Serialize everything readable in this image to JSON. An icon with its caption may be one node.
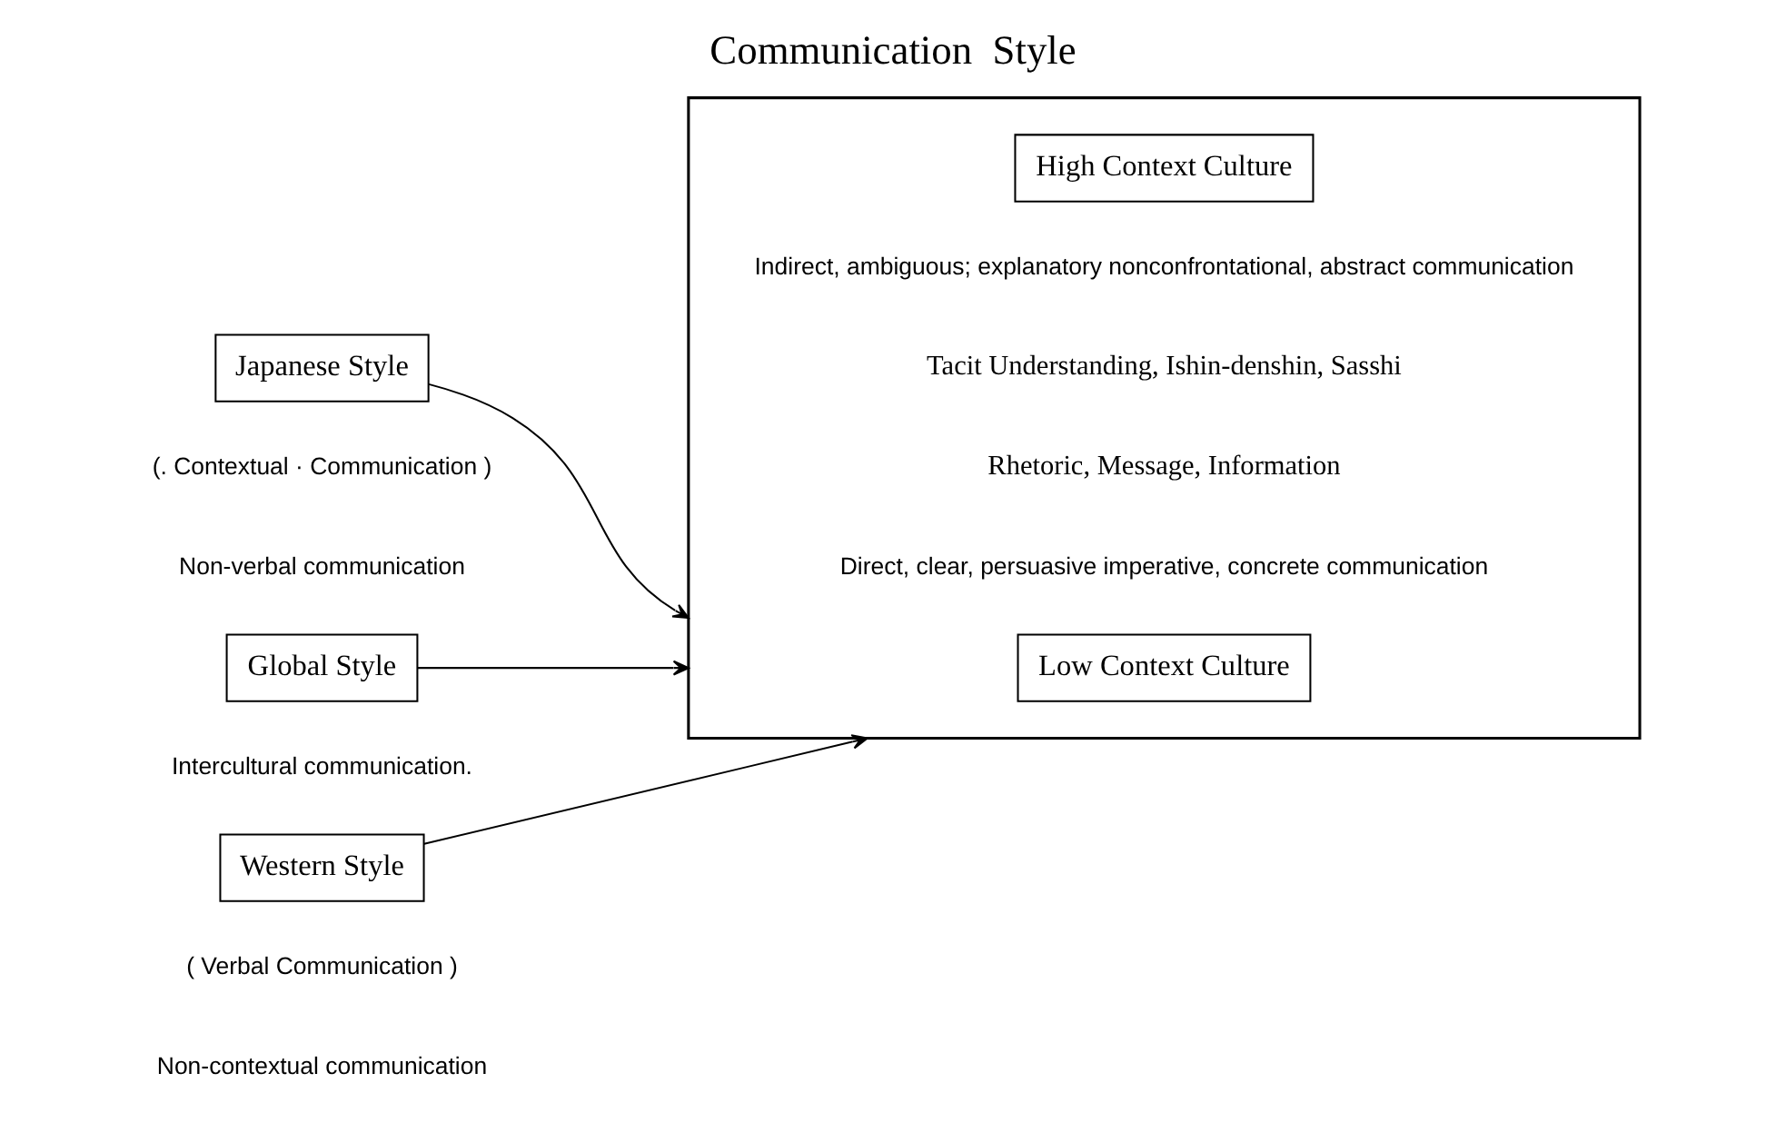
{
  "diagram": {
    "title": "Communication  Style",
    "nodes": [
      {
        "text": [
          "Japanese Style"
        ],
        "beside": [
          "(. Contextual · Communication )",
          "Non-verbal communication"
        ]
      },
      {
        "text": [
          "Global Style"
        ],
        "beside": [
          "Intercultural communication."
        ]
      },
      {
        "text": [
          "Western Style"
        ],
        "beside": [
          "( Verbal Communication )",
          "Non-contextual communication"
        ]
      },
      {
        "text": [],
        "shape": "box"
      },
      {
        "text": [
          "High Context Culture"
        ],
        "in": 3,
        "beside": [
          "Indirect, ambiguous; explanatory nonconfrontational, abstract communication"
        ]
      },
      {
        "text": [
          "Low Context Culture"
        ],
        "in": 3,
        "beside": [
          "Direct, clear, persuasive imperative, concrete communication"
        ]
      }
    ],
    "edges": [
      {
        "from": 0,
        "to": 3,
        "arrow": "to"
      },
      {
        "from": 1,
        "to": 3,
        "arrow": "to"
      },
      {
        "from": 2,
        "to": 3,
        "arrow": "to"
      }
    ],
    "labels": [
      "Tacit Understanding, Ishin-denshin, Sasshi",
      "Rhetoric, Message, Information"
    ]
  }
}
